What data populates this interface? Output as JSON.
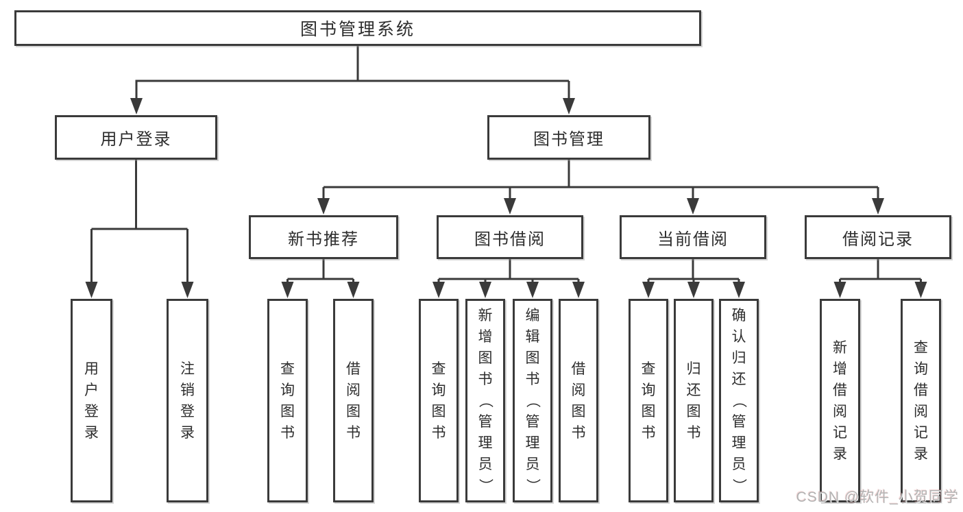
{
  "diagram": {
    "colors": {
      "line": "#3a3a3a",
      "box_border": "#3a3a3a",
      "text": "#2d2d2d",
      "background": "#ffffff",
      "watermark_text": "#b3b3b3"
    },
    "tree": {
      "label": "图书管理系统",
      "children": [
        {
          "label": "用户登录",
          "children": [
            {
              "label": "用户登录"
            },
            {
              "label": "注销登录"
            }
          ]
        },
        {
          "label": "图书管理",
          "children": [
            {
              "label": "新书推荐",
              "children": [
                {
                  "label": "查询图书"
                },
                {
                  "label": "借阅图书"
                }
              ]
            },
            {
              "label": "图书借阅",
              "children": [
                {
                  "label": "查询图书"
                },
                {
                  "label": "新增图书（管理员）"
                },
                {
                  "label": "编辑图书（管理员）"
                },
                {
                  "label": "借阅图书"
                }
              ]
            },
            {
              "label": "当前借阅",
              "children": [
                {
                  "label": "查询图书"
                },
                {
                  "label": "归还图书"
                },
                {
                  "label": "确认归还（管理员）"
                }
              ]
            },
            {
              "label": "借阅记录",
              "children": [
                {
                  "label": "新增借阅记录"
                },
                {
                  "label": "查询借阅记录"
                }
              ]
            }
          ]
        }
      ]
    }
  },
  "watermark": {
    "text": "CSDN @软件_小贺同学"
  }
}
